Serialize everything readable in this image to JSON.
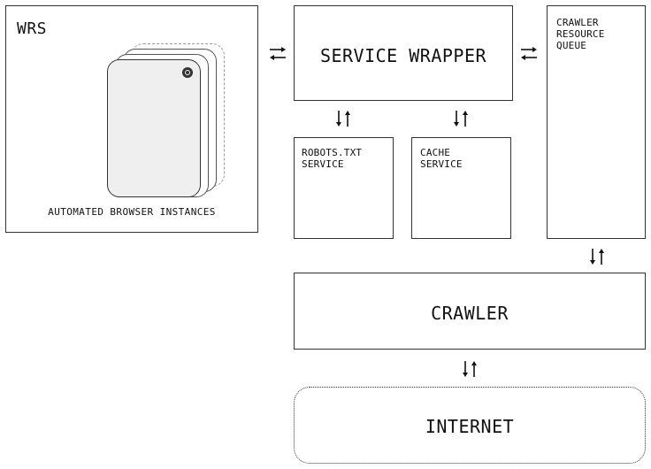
{
  "wrs": {
    "title": "WRS",
    "caption": "AUTOMATED BROWSER INSTANCES",
    "browser_icon": "chrome-icon"
  },
  "service_wrapper": {
    "title": "SERVICE WRAPPER"
  },
  "crawler_resource_queue": {
    "title": "CRAWLER\nRESOURCE\nQUEUE"
  },
  "robots_txt_service": {
    "title": "ROBOTS.TXT\nSERVICE"
  },
  "cache_service": {
    "title": "CACHE\nSERVICE"
  },
  "crawler": {
    "title": "CRAWLER"
  },
  "internet": {
    "title": "INTERNET"
  },
  "arrows": {
    "wrs_wrapper": "bidirectional-horizontal",
    "wrapper_queue": "bidirectional-horizontal",
    "wrapper_robots": "bidirectional-vertical",
    "wrapper_cache": "bidirectional-vertical",
    "queue_crawler": "bidirectional-vertical",
    "crawler_internet": "bidirectional-vertical"
  }
}
